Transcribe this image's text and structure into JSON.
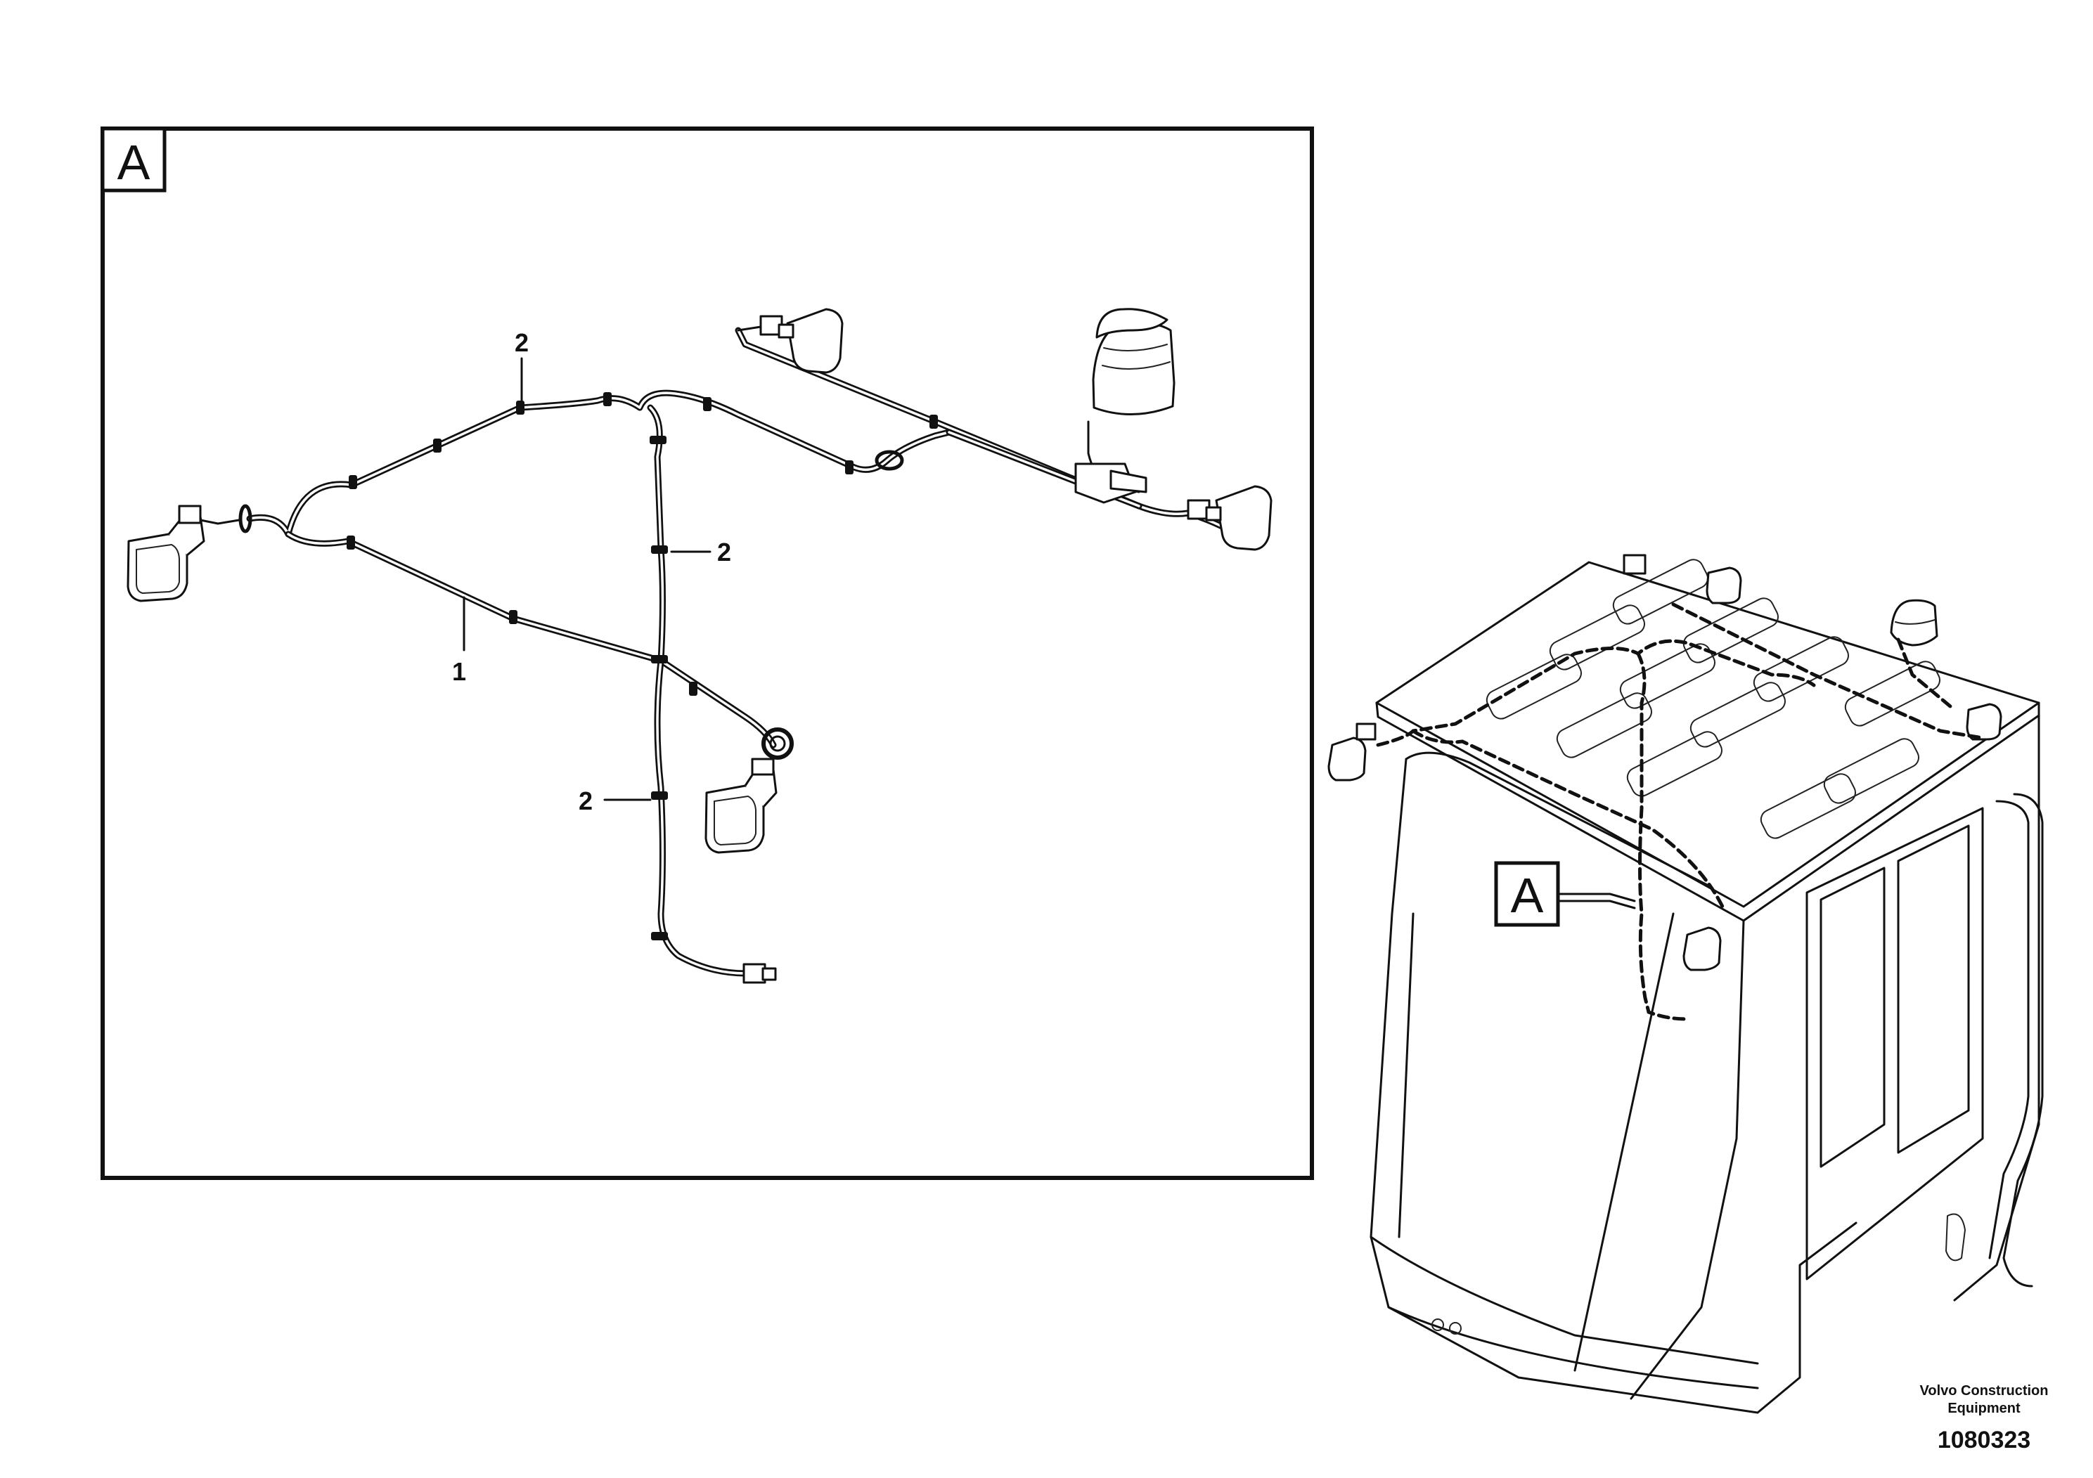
{
  "detail_view": {
    "label": "A"
  },
  "callouts": [
    {
      "label": "2"
    },
    {
      "label": "2"
    },
    {
      "label": "1"
    },
    {
      "label": "2"
    }
  ],
  "cab_view": {
    "detail_reference_label": "A"
  },
  "footer": {
    "brand_line1": "Volvo Construction",
    "brand_line2": "Equipment",
    "drawing_number": "1080323"
  }
}
